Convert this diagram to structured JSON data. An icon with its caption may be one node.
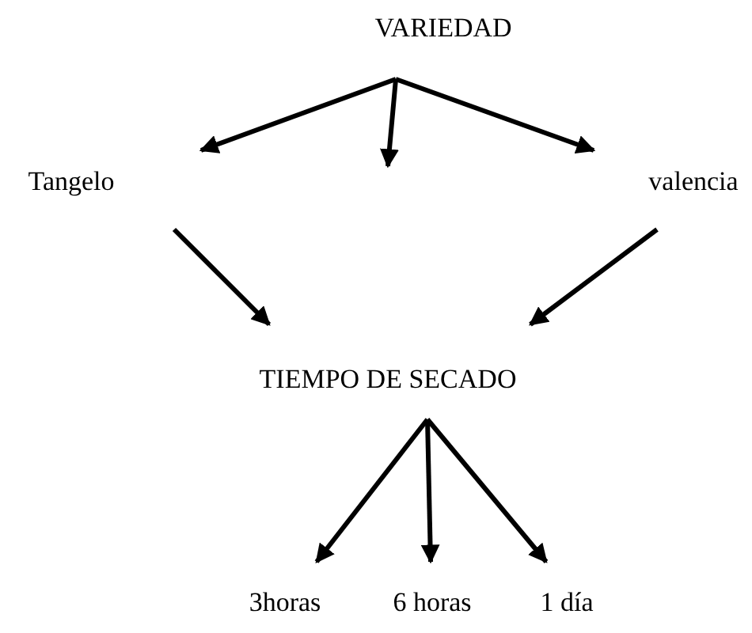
{
  "diagram": {
    "nodes": [
      {
        "text": [
          "VARIEDAD"
        ]
      },
      {
        "text": [
          "Tangelo"
        ]
      },
      {
        "text": [
          "valencia"
        ]
      },
      {
        "text": [
          "TIEMPO DE SECADO"
        ]
      },
      {
        "text": [
          "3horas"
        ]
      },
      {
        "text": [
          "6 horas"
        ]
      },
      {
        "text": [
          "1 día"
        ]
      }
    ],
    "edges": [
      {
        "from": 0,
        "to": 1,
        "arrow": "to"
      },
      {
        "from": 0,
        "to": null,
        "arrow": "to"
      },
      {
        "from": 0,
        "to": 2,
        "arrow": "to"
      },
      {
        "from": 1,
        "to": 3,
        "arrow": "to"
      },
      {
        "from": 2,
        "to": 3,
        "arrow": "to"
      },
      {
        "from": 3,
        "to": 4,
        "arrow": "to"
      },
      {
        "from": 3,
        "to": 5,
        "arrow": "to"
      },
      {
        "from": 3,
        "to": 6,
        "arrow": "to"
      }
    ]
  }
}
